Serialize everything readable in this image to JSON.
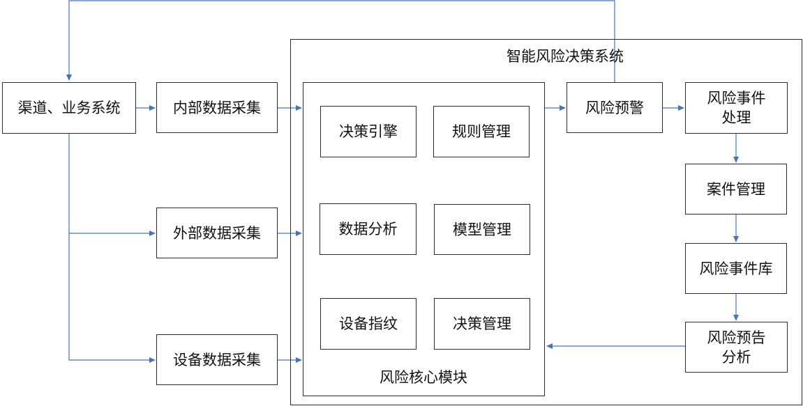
{
  "diagram": {
    "system_title": "智能风险决策系统",
    "core_module_title": "风险核心模块",
    "nodes": {
      "channel": "渠道、业务系统",
      "internal_collect": "内部数据采集",
      "external_collect": "外部数据采集",
      "device_collect": "设备数据采集",
      "decision_engine": "决策引擎",
      "rule_mgmt": "规则管理",
      "data_analysis": "数据分析",
      "model_mgmt": "模型管理",
      "device_fingerprint": "设备指纹",
      "decision_mgmt": "决策管理",
      "risk_alert": "风险预警",
      "risk_event_handle": "风险事件\n处理",
      "case_mgmt": "案件管理",
      "risk_event_db": "风险事件库",
      "risk_forecast": "风险预告\n分析"
    },
    "colors": {
      "arrow": "#4472c4",
      "border": "#2b2b2b"
    }
  }
}
